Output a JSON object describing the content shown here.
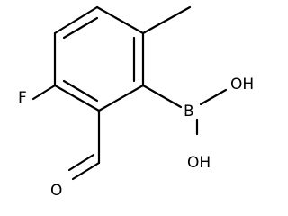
{
  "molecule": {
    "atoms": {
      "fluorine": "F",
      "boron": "B",
      "hydroxyl_top": "OH",
      "hydroxyl_bottom": "OH",
      "aldehyde_oxygen": "O"
    }
  }
}
